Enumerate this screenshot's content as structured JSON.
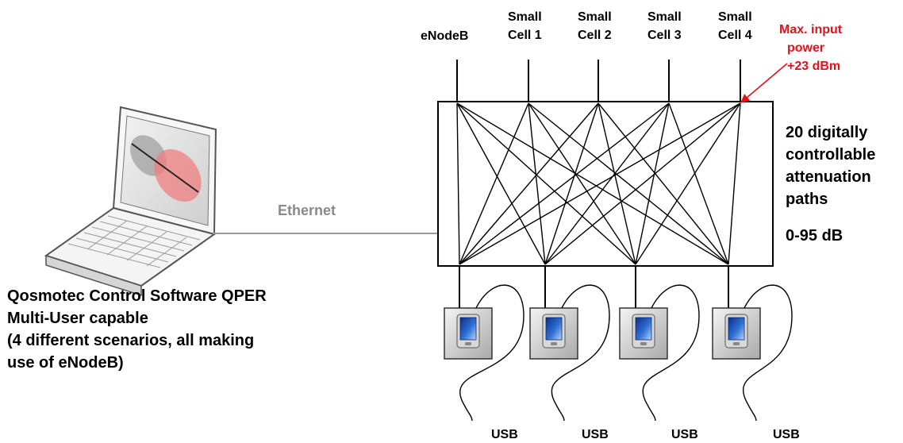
{
  "sources": [
    {
      "line1": "",
      "line2": "eNodeB"
    },
    {
      "line1": "Small",
      "line2": "Cell 1"
    },
    {
      "line1": "Small",
      "line2": "Cell 2"
    },
    {
      "line1": "Small",
      "line2": "Cell 3"
    },
    {
      "line1": "Small",
      "line2": "Cell 4"
    }
  ],
  "max_input": {
    "line1": "Max. input",
    "line2": "power",
    "line3": "+23 dBm",
    "color": "#e8101a"
  },
  "attenuation": {
    "line1": "20 digitally",
    "line2": "controllable",
    "line3": "attenuation",
    "line4": "paths",
    "range": "0-95 dB"
  },
  "ethernet": {
    "label": "Ethernet",
    "color": "#8a8a8a"
  },
  "software": {
    "line1": "Qosmotec Control Software QPER",
    "line2": "Multi-User capable",
    "line3": "(4 different scenarios, all making",
    "line4": "use of eNodeB)"
  },
  "usb": [
    "USB",
    "USB",
    "USB",
    "USB"
  ],
  "icons": {
    "laptop": "laptop-icon",
    "device": "mobile-device-icon"
  }
}
